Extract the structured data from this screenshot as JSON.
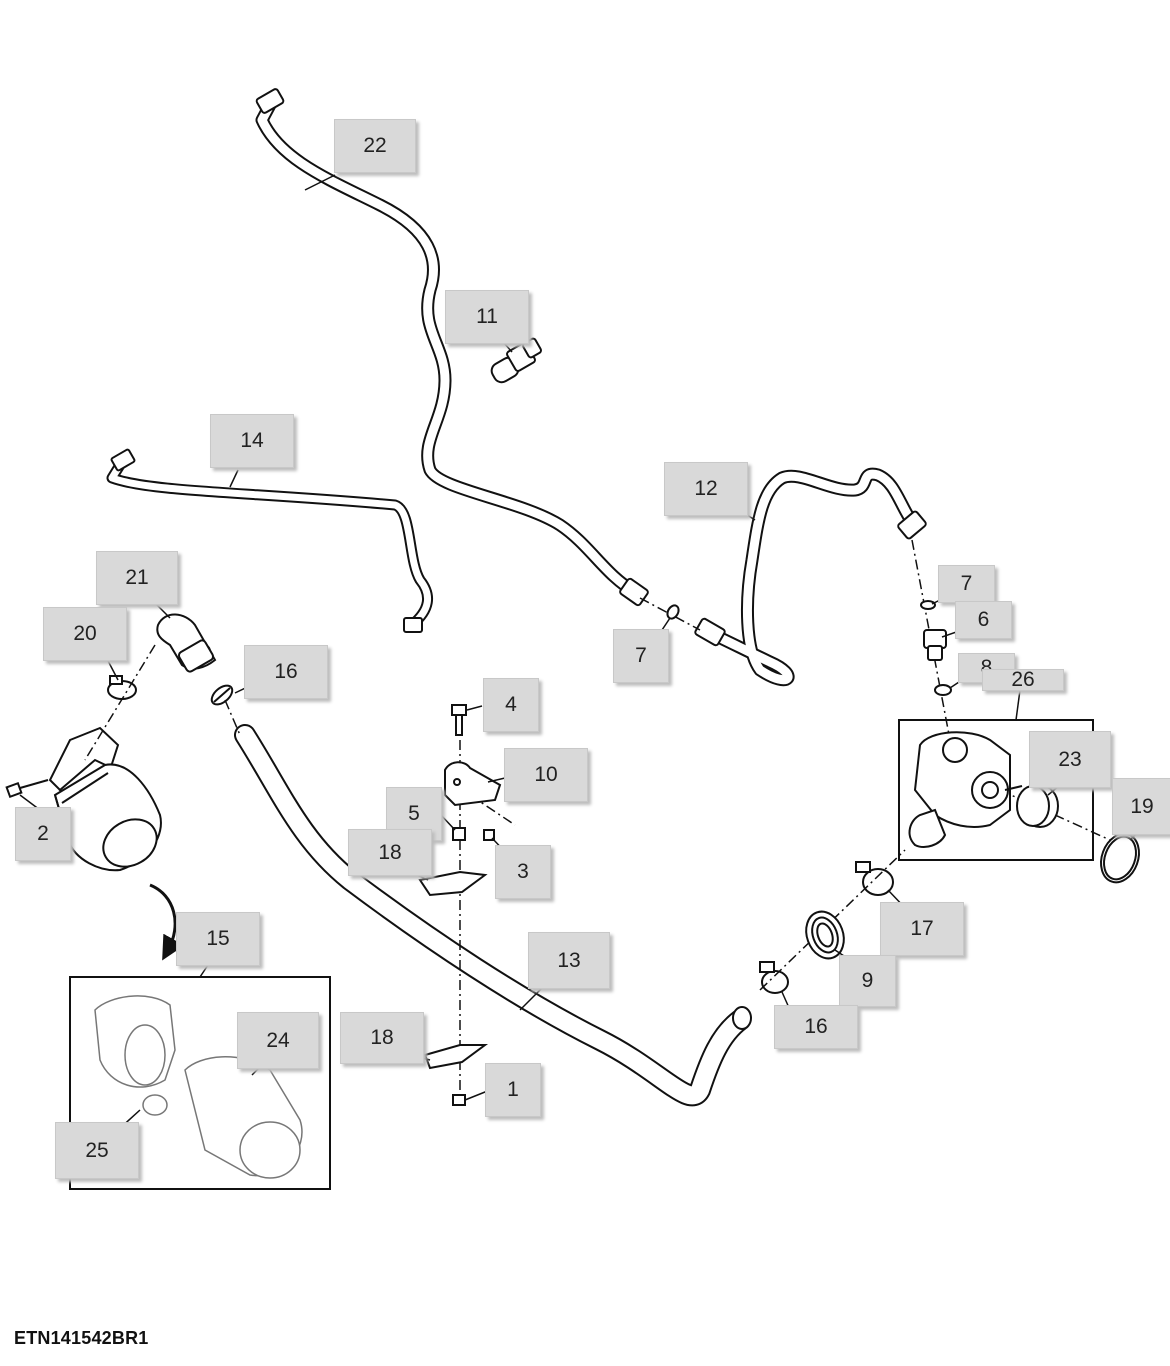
{
  "figure_id": "ETN141542BR1",
  "callouts": [
    "22",
    "11",
    "14",
    "12",
    "21",
    "20",
    "16",
    "7",
    "7",
    "6",
    "8",
    "26",
    "4",
    "10",
    "5",
    "3",
    "18",
    "2",
    "23",
    "19",
    "17",
    "9",
    "15",
    "13",
    "16",
    "24",
    "18",
    "1",
    "25"
  ]
}
